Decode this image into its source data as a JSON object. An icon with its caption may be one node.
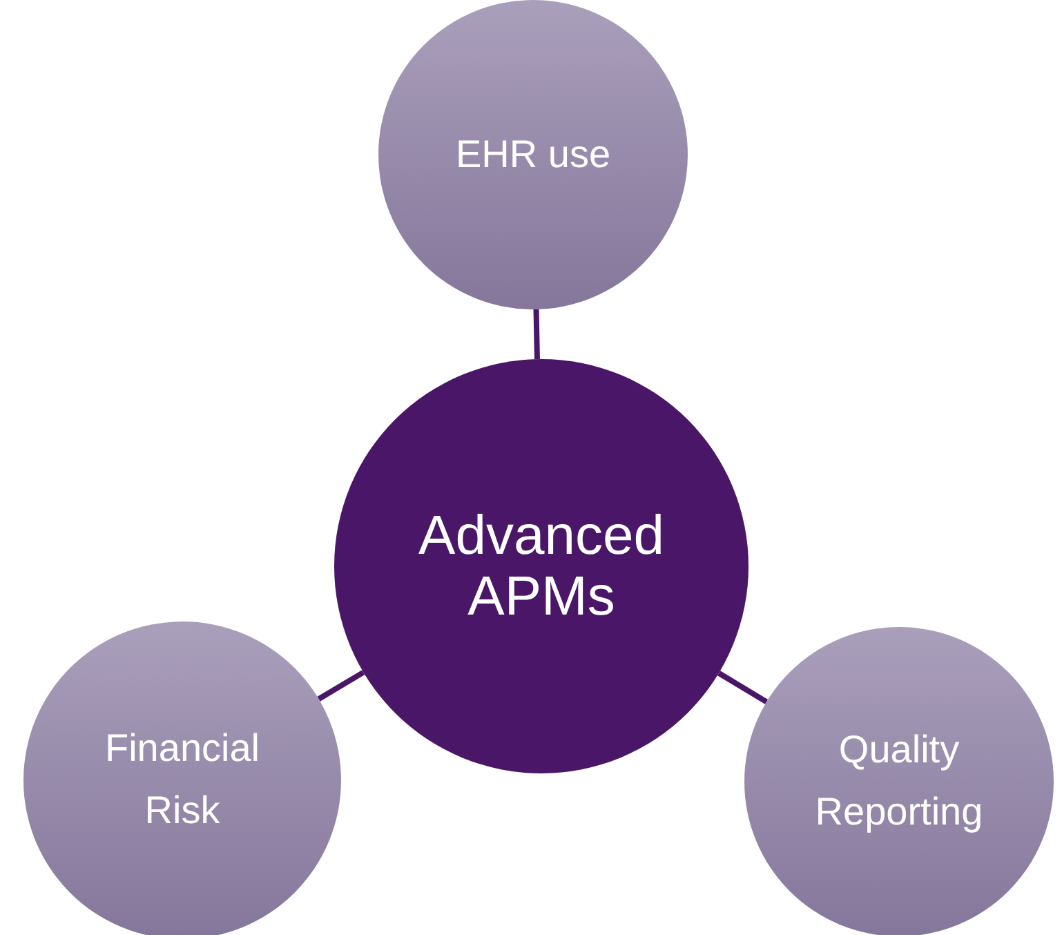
{
  "diagram": {
    "nodes": [
      {
        "text": [
          "EHR use"
        ]
      },
      {
        "text": [
          "Advanced APMs"
        ]
      },
      {
        "text": [
          "Financial Risk"
        ]
      },
      {
        "text": [
          "Quality Reporting"
        ]
      }
    ],
    "edges": [
      {
        "from": 1,
        "to": 0,
        "arrow": "none"
      },
      {
        "from": 1,
        "to": 2,
        "arrow": "none"
      },
      {
        "from": 1,
        "to": 3,
        "arrow": "none"
      }
    ]
  }
}
